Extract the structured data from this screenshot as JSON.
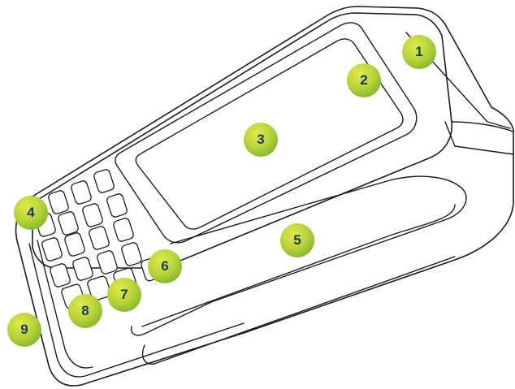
{
  "markers": [
    {
      "label": "1"
    },
    {
      "label": "2"
    },
    {
      "label": "3"
    },
    {
      "label": "4"
    },
    {
      "label": "5"
    },
    {
      "label": "6"
    },
    {
      "label": "7"
    },
    {
      "label": "8"
    },
    {
      "label": "9"
    }
  ],
  "colors": {
    "marker_fill_light": "#d6e23a",
    "marker_fill_dark": "#8dbf2e",
    "marker_text": "#173c63",
    "outline": "#1c1c1c",
    "background": "#ffffff"
  }
}
